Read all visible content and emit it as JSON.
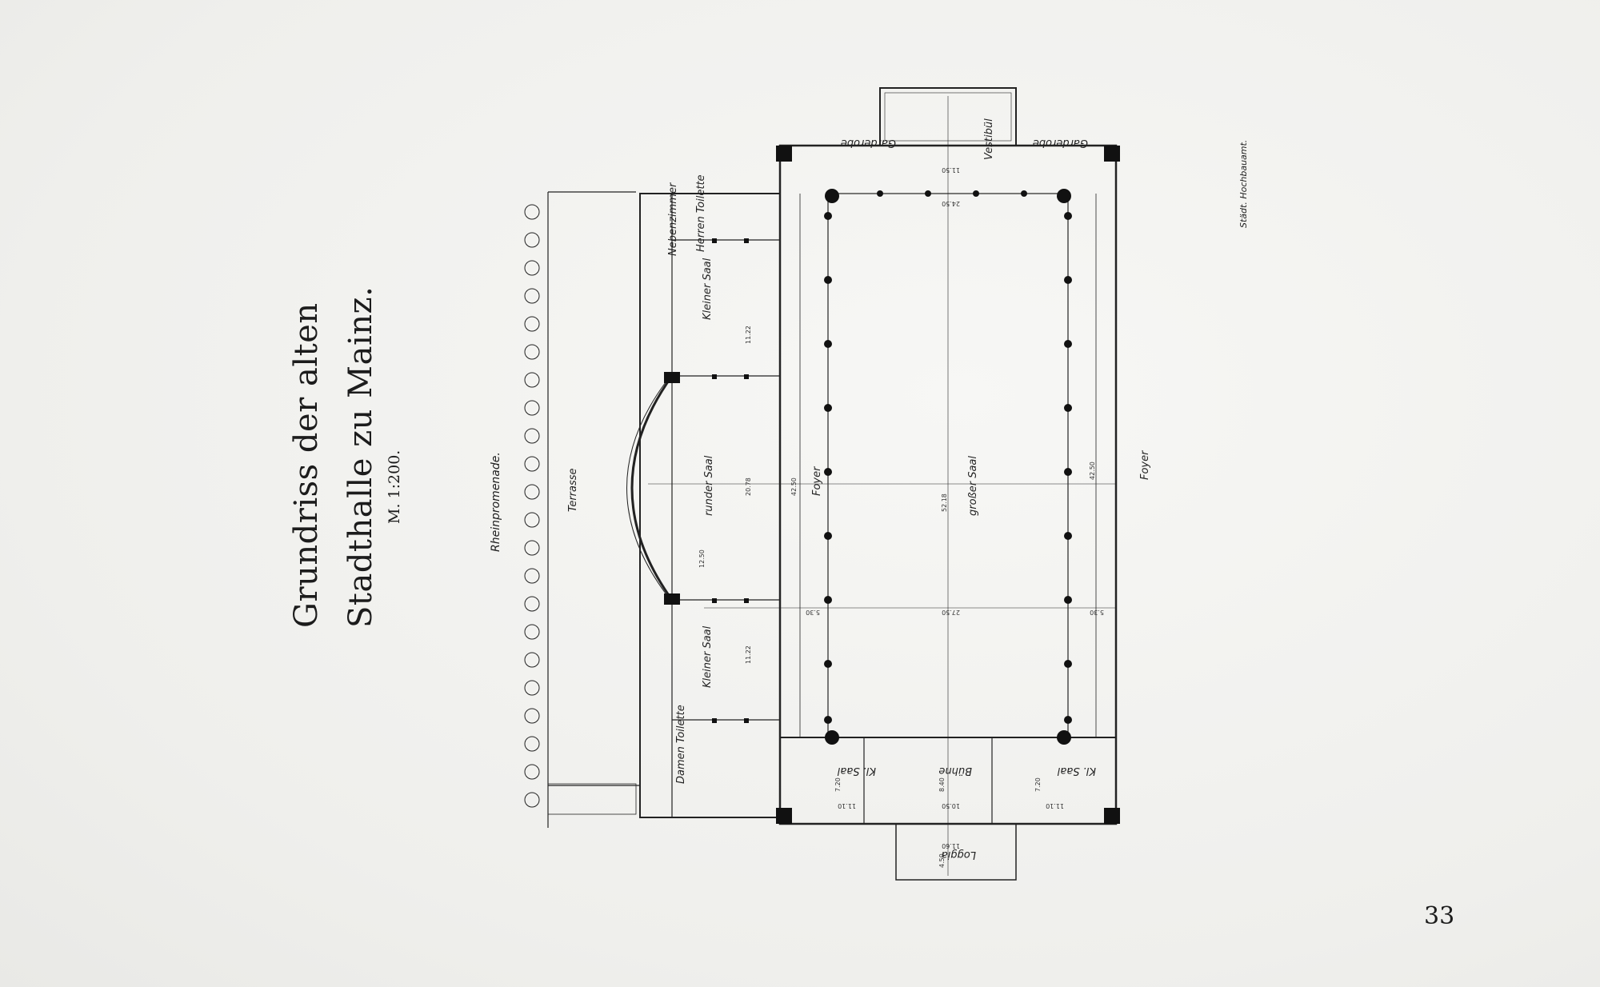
{
  "title": {
    "line1": "Grundriss der alten",
    "line2": "Stadthalle zu Mainz.",
    "scale": "M. 1:200."
  },
  "side_labels": {
    "left": "Rheinpromenade.",
    "right": "Städt. Hochbauamt."
  },
  "page_number": "33",
  "plan": {
    "rooms": {
      "terrasse": "Terrasse",
      "kleiner_saal_top": "Kleiner Saal",
      "runder_saal": "runder Saal",
      "kleiner_saal_bottom": "Kleiner Saal",
      "foyer_left": "Foyer",
      "grosser_saal": "großer Saal",
      "foyer_right": "Foyer",
      "vestibul": "Vestibül",
      "garderobe_left": "Garderobe",
      "garderobe_right": "Garderobe",
      "nebenzimmer": "Nebenzimmer",
      "herren_toilette": "Herren Toilette",
      "damen_toilette": "Damen Toilette",
      "kl_saal_left": "Kl. Saal",
      "buehne": "Bühne",
      "kl_saal_right": "Kl. Saal",
      "loggia": "Loggia"
    },
    "dimensions": {
      "d1": "11.22",
      "d2": "20.78",
      "d3": "11.22",
      "d4": "42.50",
      "d5": "52.18",
      "d6": "42.50",
      "d7": "27.50",
      "d8": "5.30",
      "d9": "5.30",
      "d10": "11.50",
      "d11": "24.50",
      "d12": "10.50",
      "d13": "11.10",
      "d14": "11.10",
      "d15": "7.20",
      "d16": "7.20",
      "d17": "8.40",
      "d18": "11.60",
      "d19": "4.50",
      "d20": "12.50"
    }
  }
}
